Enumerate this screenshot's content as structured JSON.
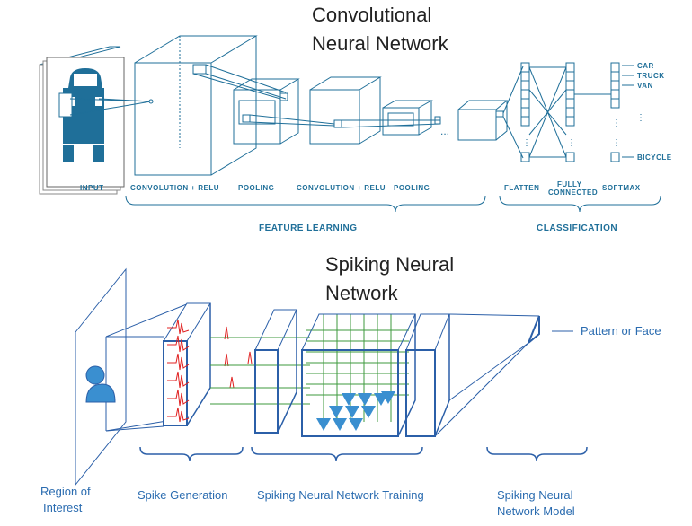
{
  "cnn": {
    "title_line1": "Convolutional",
    "title_line2": "Neural Network",
    "stages": {
      "input": "INPUT",
      "conv1": "CONVOLUTION + RELU",
      "pool1": "POOLING",
      "conv2": "CONVOLUTION + RELU",
      "pool2": "POOLING",
      "flatten": "FLATTEN",
      "fc_line1": "FULLY",
      "fc_line2": "CONNECTED",
      "softmax": "SOFTMAX"
    },
    "outputs": [
      "CAR",
      "TRUCK",
      "VAN",
      "BICYCLE"
    ],
    "ellipsis": "...",
    "groups": {
      "feature_learning": "FEATURE LEARNING",
      "classification": "CLASSIFICATION"
    }
  },
  "snn": {
    "title_line1": "Spiking Neural",
    "title_line2": "Network",
    "output_label": "Pattern or Face",
    "stages": {
      "roi_line1": "Region of",
      "roi_line2": "Interest",
      "spike_generation": "Spike Generation",
      "training": "Spiking Neural Network Training",
      "model_line1": "Spiking Neural",
      "model_line2": "Network Model"
    }
  },
  "colors": {
    "cnn_line": "#1f6f99",
    "snn_line": "#2b5fa8",
    "spike": "#e02020",
    "synapse": "#3d9a3d",
    "neuron": "#3a8fd0"
  }
}
